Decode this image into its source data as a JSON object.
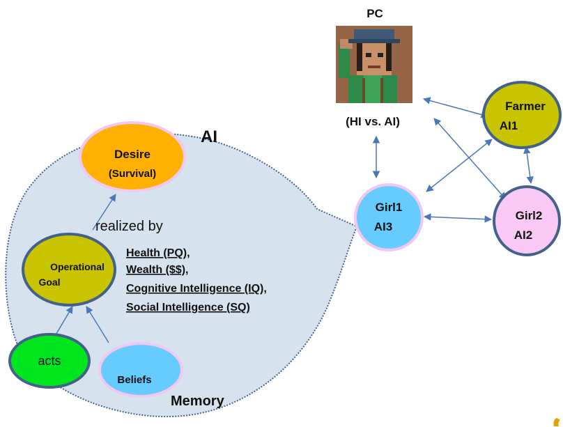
{
  "ai_label": "AI",
  "memory_label": "Memory",
  "realized_by": "realized by",
  "goal_list": [
    "Health (PQ),",
    "Wealth ($$),",
    "Cognitive Intelligence (IQ),",
    "Social Intelligence (SQ)"
  ],
  "nodes": {
    "desire": {
      "line1": "Desire",
      "line2": "(Survival)",
      "fill": "#FFB000",
      "stroke": "#F0C8F0"
    },
    "goal": {
      "line1": "Operational",
      "line2": "Goal",
      "fill": "#C8C400",
      "stroke": "#44618A"
    },
    "acts": {
      "label": "acts",
      "fill": "#00E61E",
      "stroke": "#44618A"
    },
    "beliefs": {
      "label": "Beliefs",
      "fill": "#66CCFF",
      "stroke": "#F0C8F0"
    },
    "girl1": {
      "line1": "Girl1",
      "line2": "AI3",
      "fill": "#66CCFF",
      "stroke": "#F0C8F0"
    },
    "farmer": {
      "line1": "Farmer",
      "line2": "AI1",
      "fill": "#C8C400",
      "stroke": "#44618A"
    },
    "girl2": {
      "line1": "Girl2",
      "line2": "AI2",
      "fill": "#F7C9F4",
      "stroke": "#44618A"
    }
  },
  "pc": {
    "title": "PC",
    "caption": "(HI vs. AI)"
  },
  "colors": {
    "bubble_fill": "#D7E2EF",
    "bubble_border": "#44618A",
    "arrow": "#4A77B5",
    "text": "#111111"
  }
}
